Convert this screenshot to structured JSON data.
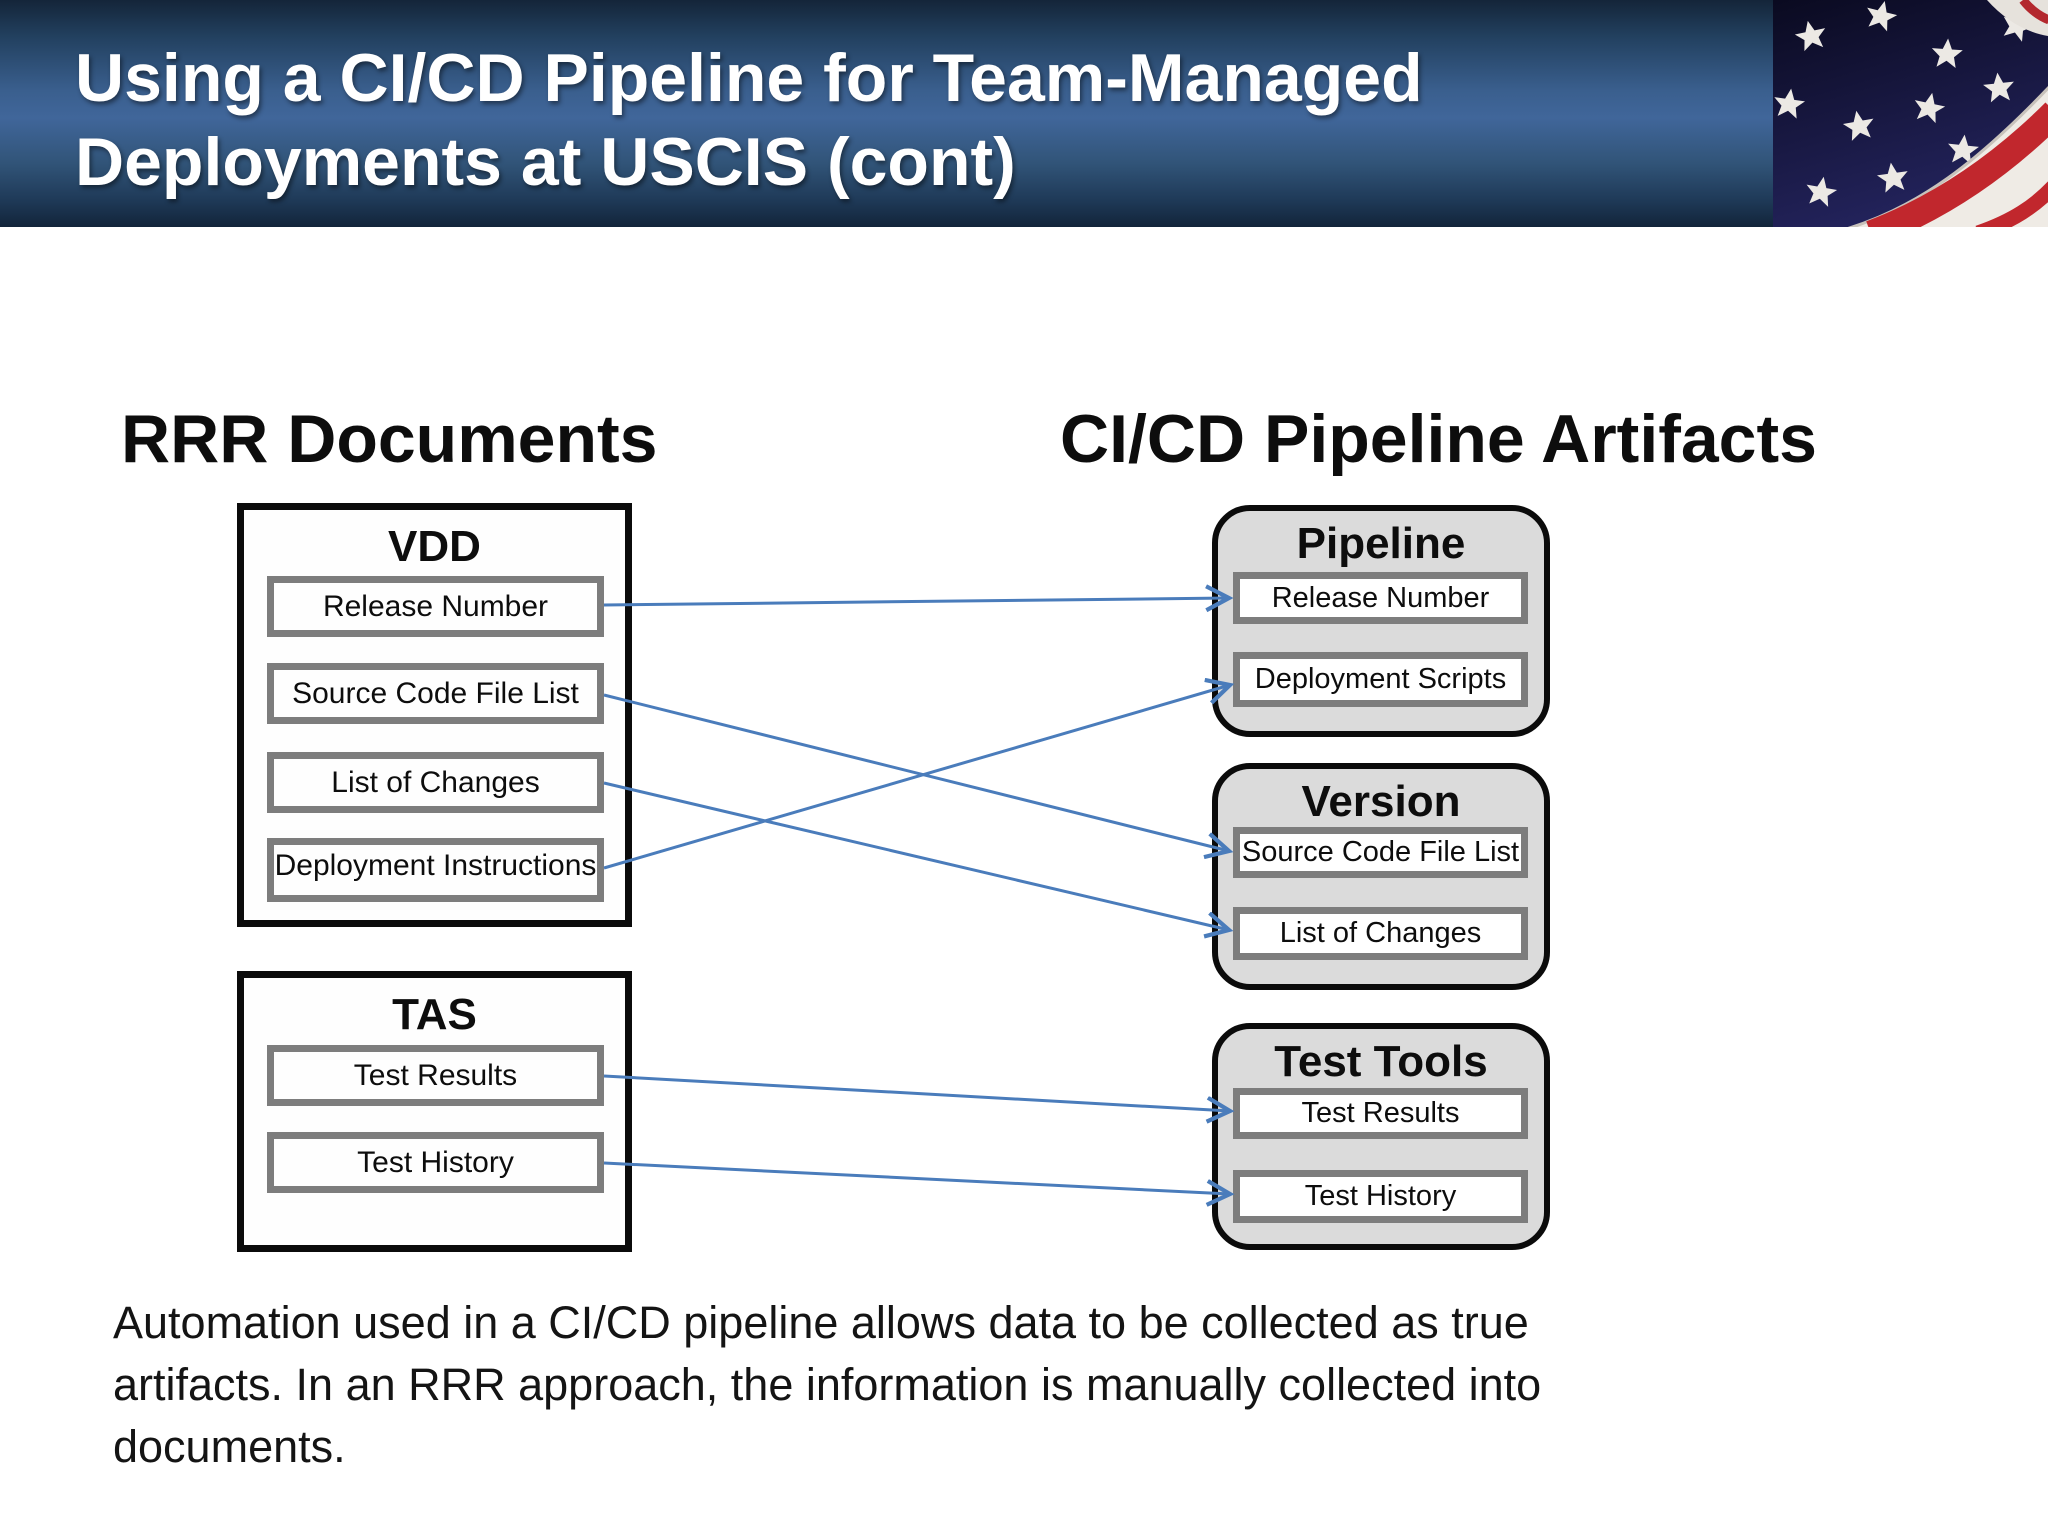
{
  "slide": {
    "title_line1": "Using a CI/CD Pipeline for Team-Managed",
    "title_line2": "Deployments at USCIS (cont)"
  },
  "headings": {
    "left": "RRR Documents",
    "right": "CI/CD Pipeline Artifacts"
  },
  "left_column": {
    "vdd": {
      "title": "VDD",
      "items": [
        "Release Number",
        "Source Code File List",
        "List of Changes",
        "Deployment Instructions"
      ]
    },
    "tas": {
      "title": "TAS",
      "items": [
        "Test Results",
        "Test History"
      ]
    }
  },
  "right_column": {
    "pipeline": {
      "title": "Pipeline",
      "items": [
        "Release Number",
        "Deployment Scripts"
      ]
    },
    "version": {
      "title": "Version",
      "items": [
        "Source Code File List",
        "List of Changes"
      ]
    },
    "test_tools": {
      "title": "Test Tools",
      "items": [
        "Test Results",
        "Test History"
      ]
    }
  },
  "connections": [
    {
      "from": "VDD Release Number",
      "to": "Pipeline Release Number"
    },
    {
      "from": "VDD Source Code File List",
      "to": "Version Source Code File List"
    },
    {
      "from": "VDD List of Changes",
      "to": "Version List of Changes"
    },
    {
      "from": "VDD Deployment Instructions",
      "to": "Pipeline Deployment Scripts"
    },
    {
      "from": "TAS Test Results",
      "to": "Test Tools Test Results"
    },
    {
      "from": "TAS Test History",
      "to": "Test Tools Test History"
    }
  ],
  "footer": {
    "lines": [
      "Automation used in a CI/CD pipeline allows data to be collected as true",
      "artifacts. In an RRR approach, the information is manually collected into",
      "documents."
    ]
  },
  "colors": {
    "arrow_blue": "#4a7cbb",
    "panel_fill_gray": "#dbdbdb",
    "inner_border_gray": "#7d7d7d",
    "outer_border_black": "#0b0b0b",
    "header_mid_blue": "#40669a",
    "flag_navy": "#14142e",
    "flag_red": "#c1272d"
  }
}
